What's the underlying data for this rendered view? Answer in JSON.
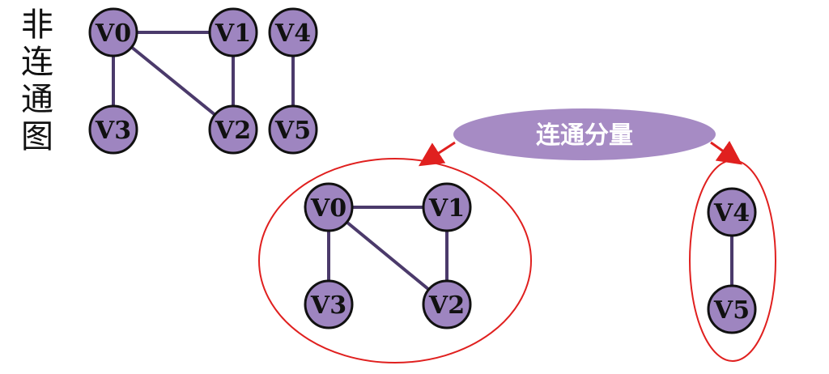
{
  "title": "非连通图",
  "callout": "连通分量",
  "colors": {
    "node_fill": "#9e85c0",
    "node_stroke": "#111111",
    "edge": "#4b3a6b",
    "bubble": "#a68bc4",
    "highlight": "#e0201f"
  },
  "graph": {
    "nodes": [
      "V0",
      "V1",
      "V2",
      "V3",
      "V4",
      "V5"
    ],
    "edges": [
      [
        "V0",
        "V1"
      ],
      [
        "V0",
        "V3"
      ],
      [
        "V0",
        "V2"
      ],
      [
        "V1",
        "V2"
      ],
      [
        "V4",
        "V5"
      ]
    ]
  },
  "components": [
    {
      "nodes": [
        "V0",
        "V1",
        "V2",
        "V3"
      ],
      "edges": [
        [
          "V0",
          "V1"
        ],
        [
          "V0",
          "V3"
        ],
        [
          "V0",
          "V2"
        ],
        [
          "V1",
          "V2"
        ]
      ]
    },
    {
      "nodes": [
        "V4",
        "V5"
      ],
      "edges": [
        [
          "V4",
          "V5"
        ]
      ]
    }
  ]
}
